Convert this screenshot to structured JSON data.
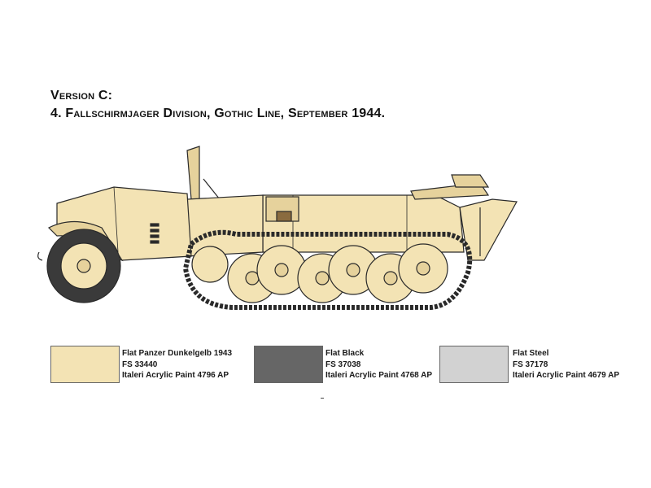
{
  "header": {
    "version": "Version C:",
    "subtitle": "4. Fallschirmjager Division,  Gothic Line, September 1944."
  },
  "colors": {
    "sand": "#f3e3b4",
    "sand_dark": "#c9b47e",
    "outline": "#2a2a2a"
  },
  "paints": [
    {
      "name": "Flat Panzer Dunkelgelb 1943",
      "fs": "FS 33440",
      "acrylic": "Italeri Acrylic Paint 4796 AP",
      "color": "#f3e3b4"
    },
    {
      "name": "Flat Black",
      "fs": "FS 37038",
      "acrylic": "Italeri Acrylic Paint 4768 AP",
      "color": "#666666"
    },
    {
      "name": "Flat Steel",
      "fs": "FS 37178",
      "acrylic": "Italeri Acrylic Paint 4679 AP",
      "color": "#d2d2d2"
    }
  ]
}
